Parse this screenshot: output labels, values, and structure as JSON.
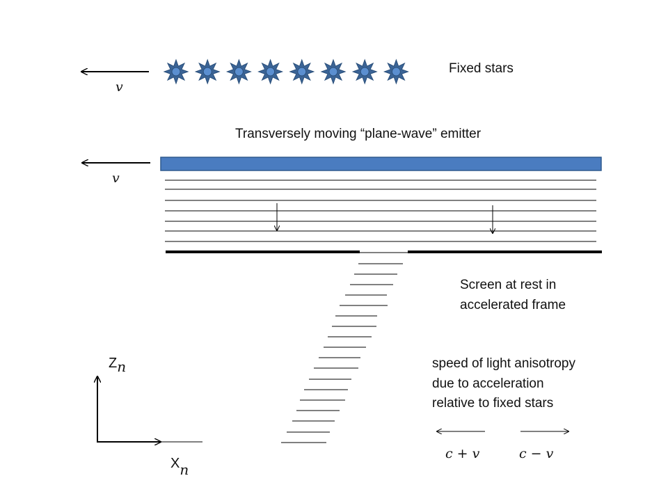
{
  "labels": {
    "fixed_stars": "Fixed stars",
    "emitter": "Transversely moving “plane-wave” emitter",
    "screen_line1": "Screen  at  rest  in",
    "screen_line2": "accelerated  frame",
    "anisotropy_line1": "speed of light anisotropy",
    "anisotropy_line2": "due to acceleration",
    "anisotropy_line3": "relative to fixed stars",
    "v_stars": "v",
    "v_emitter": "v",
    "c_plus_v": "c + v",
    "c_minus_v": "c − v",
    "axis_z": "Z",
    "axis_z_sub": "n",
    "axis_x": "X",
    "axis_x_sub": "n"
  },
  "colors": {
    "star_fill": "#3B6496",
    "star_center": "#5B8FD0",
    "emitter_fill": "#4A7CC0",
    "emitter_stroke": "#2F5A8E",
    "line": "#000000"
  },
  "stars": {
    "count": 8
  }
}
